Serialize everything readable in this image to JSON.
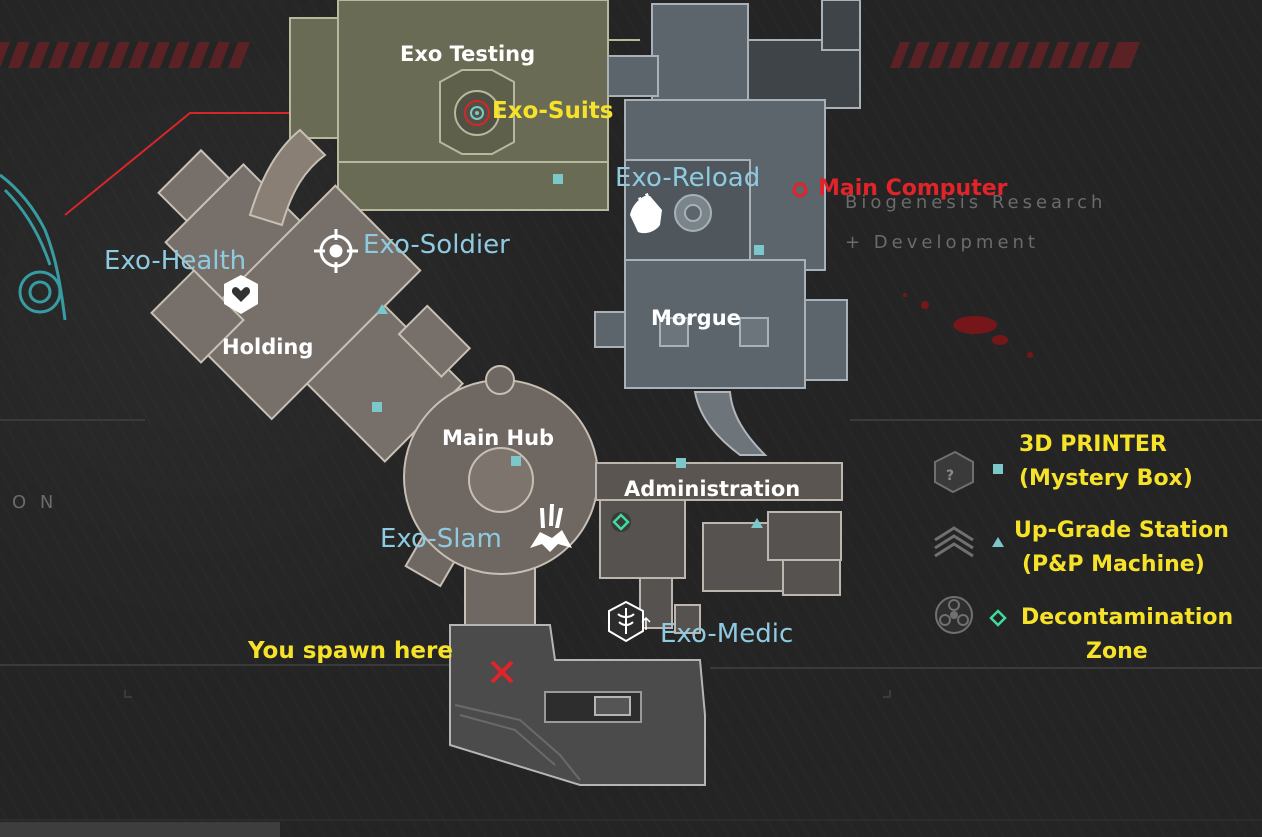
{
  "colors": {
    "background": "#242424",
    "exo_label": "#8ecbe0",
    "highlight_label": "#f7e22a",
    "computer_label": "#e0242a",
    "room_label": "#ffffff",
    "mystery_box_marker": "#7cc7c9",
    "decontamination_marker": "#3fdc9c",
    "spawn_marker": "#e0242a"
  },
  "rooms": {
    "exo_testing": "Exo Testing",
    "morgue": "Morgue",
    "holding": "Holding",
    "main_hub": "Main Hub",
    "administration": "Administration"
  },
  "exo_stations": {
    "suits": "Exo-Suits",
    "reload": "Exo-Reload",
    "health": "Exo-Health",
    "soldier": "Exo-Soldier",
    "slam": "Exo-Slam",
    "medic": "Exo-Medic"
  },
  "main_computer": "Main Computer",
  "facility_text": {
    "line1": "Biogenesis Research",
    "line2": "+ Development",
    "edge_fragment": "O N"
  },
  "spawn_label": "You spawn here",
  "legend": {
    "printer_line1": "3D PRINTER",
    "printer_line2": "(Mystery Box)",
    "upgrade_line1": "Up-Grade Station",
    "upgrade_line2": "(P&P Machine)",
    "decon_line1": "Decontamination",
    "decon_line2": "Zone"
  },
  "icons": {
    "mystery_box": "square-marker-icon",
    "upgrade": "triangle-marker-icon",
    "decontamination": "diamond-marker-icon",
    "spawn": "x-marker-icon"
  }
}
